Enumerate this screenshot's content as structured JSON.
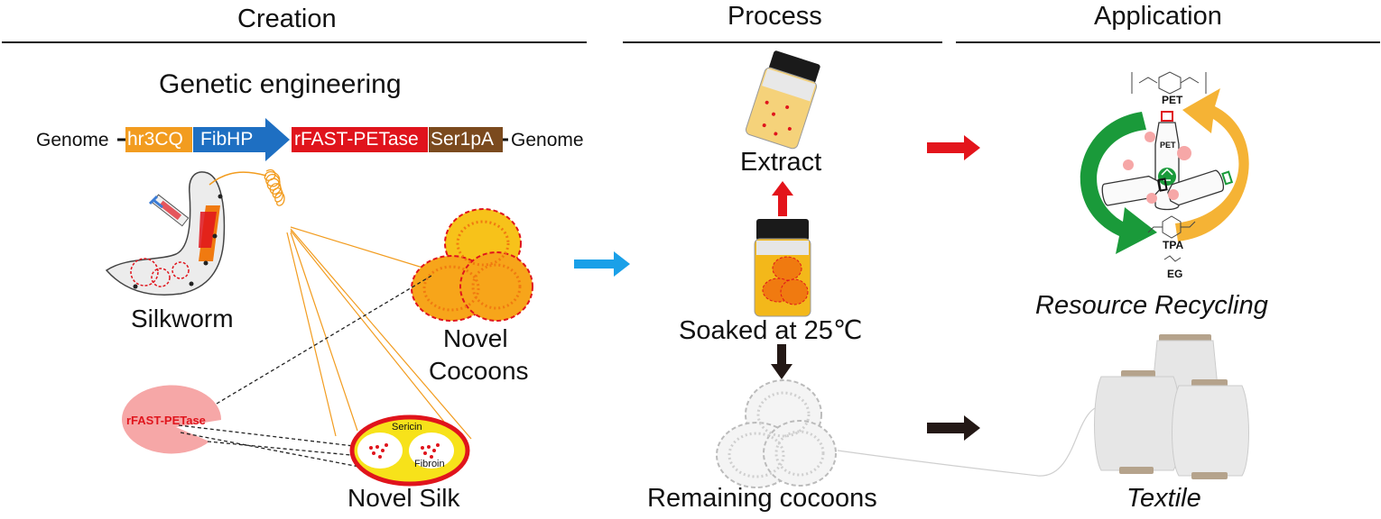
{
  "sections": {
    "creation": "Creation",
    "process": "Process",
    "application": "Application"
  },
  "creation": {
    "heading": "Genetic engineering",
    "construct": {
      "genome_left": "Genome",
      "genome_right": "Genome",
      "elements": [
        {
          "label": "hr3CQ",
          "color": "#f29c1f"
        },
        {
          "label": "FibHP",
          "color": "#1e6fc2"
        },
        {
          "label": "rFAST-PETase",
          "color": "#e0141c"
        },
        {
          "label": "Ser1pA",
          "color": "#7b4a1e"
        }
      ]
    },
    "silkworm_label": "Silkworm",
    "cocoons_label_1": "Novel",
    "cocoons_label_2": "Cocoons",
    "enzyme_label": "rFAST-PETase",
    "silk_label": "Novel Silk",
    "sericin_label": "Sericin",
    "fibroin_label": "Fibroin"
  },
  "process": {
    "extract_label": "Extract",
    "soaked_label": "Soaked at 25℃",
    "remaining_label": "Remaining cocoons"
  },
  "application": {
    "pet_top": "PET",
    "pet_bottle": "PET",
    "tpa": "TPA",
    "eg": "EG",
    "recycling_label": "Resource Recycling",
    "textile_label": "Textile"
  },
  "colors": {
    "blue_arrow": "#1aa0e8",
    "red_arrow": "#e3141b",
    "dark_arrow": "#231815",
    "green_cycle": "#1a9a3a",
    "yellow_cycle": "#f5b335",
    "cocoon_orange": "#f07a10",
    "sericin_yellow": "#f7e21a"
  }
}
